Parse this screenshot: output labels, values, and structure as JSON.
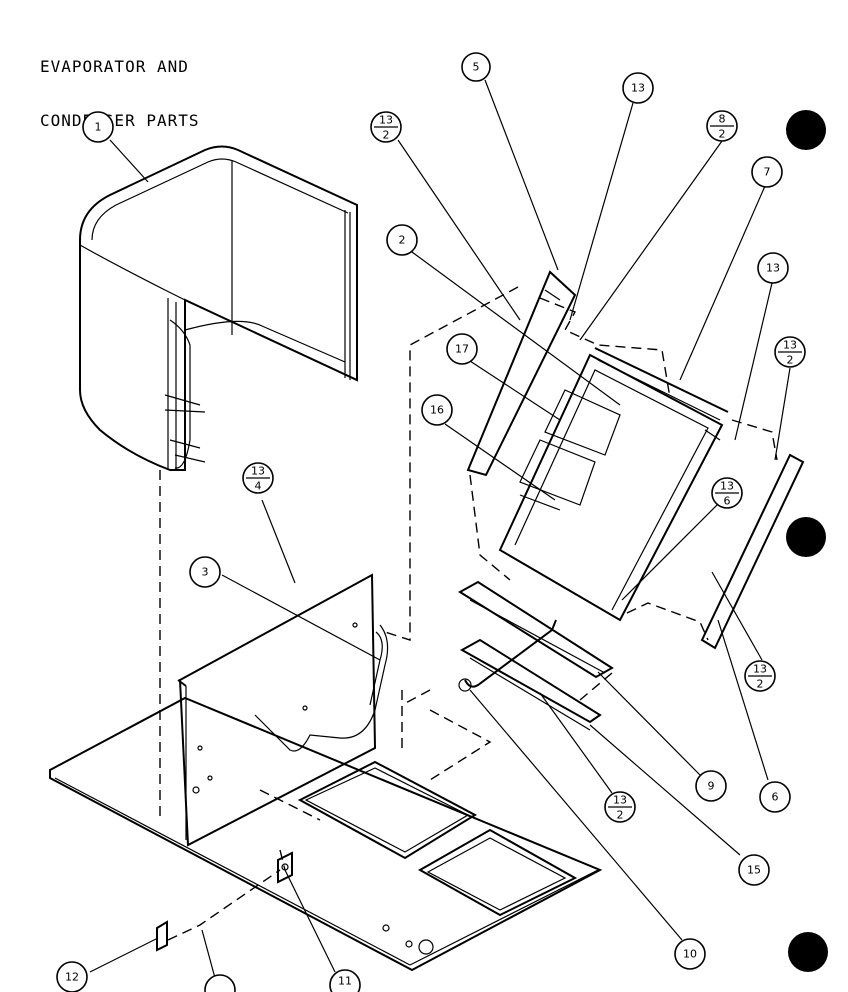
{
  "title": {
    "line1": "EVAPORATOR AND",
    "line2": "CONDENSER PARTS"
  },
  "callouts": [
    {
      "id": "c1",
      "label": "1"
    },
    {
      "id": "c5",
      "label": "5"
    },
    {
      "id": "c13a",
      "label": "13"
    },
    {
      "id": "c13-2a",
      "num": "13",
      "den": "2"
    },
    {
      "id": "c8-2",
      "num": "8",
      "den": "2"
    },
    {
      "id": "c7",
      "label": "7"
    },
    {
      "id": "c2",
      "label": "2"
    },
    {
      "id": "c13b",
      "label": "13"
    },
    {
      "id": "c13-2b",
      "num": "13",
      "den": "2"
    },
    {
      "id": "c17",
      "label": "17"
    },
    {
      "id": "c16",
      "label": "16"
    },
    {
      "id": "c13-4",
      "num": "13",
      "den": "4"
    },
    {
      "id": "c13-6",
      "num": "13",
      "den": "6"
    },
    {
      "id": "c3",
      "label": "3"
    },
    {
      "id": "c13-2c",
      "num": "13",
      "den": "2"
    },
    {
      "id": "c9",
      "label": "9"
    },
    {
      "id": "c6",
      "label": "6"
    },
    {
      "id": "c13-2d",
      "num": "13",
      "den": "2"
    },
    {
      "id": "c15",
      "label": "15"
    },
    {
      "id": "c10",
      "label": "10"
    },
    {
      "id": "c12",
      "label": "12"
    },
    {
      "id": "c11",
      "label": "11"
    }
  ]
}
